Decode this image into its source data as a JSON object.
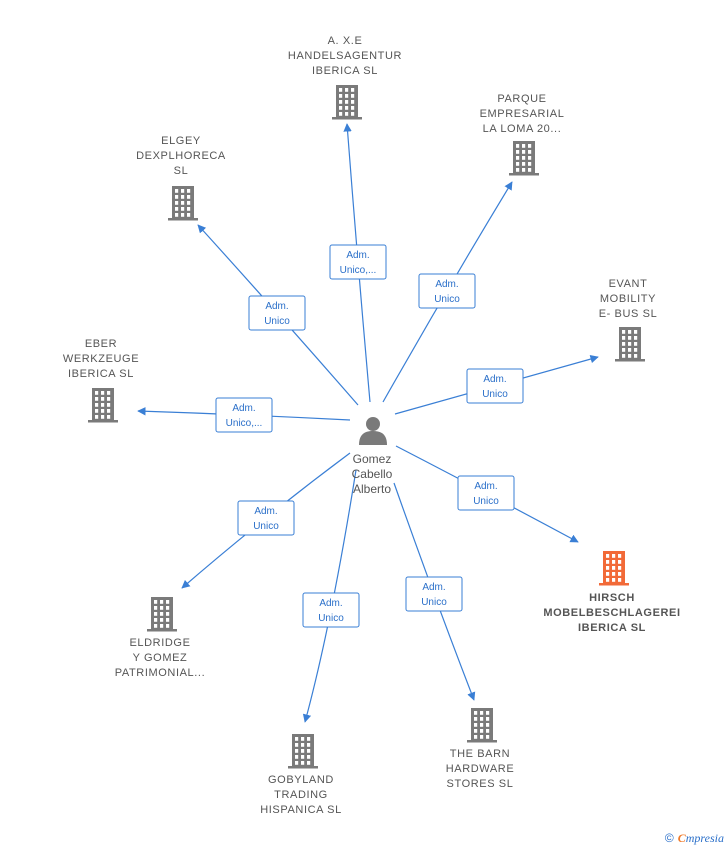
{
  "center": {
    "name_lines": [
      "Gomez",
      "Cabello",
      "Alberto"
    ],
    "icon": "person-icon"
  },
  "colors": {
    "edge": "#3a7fd5",
    "node": "#7a7a7a",
    "highlight": "#f26a38"
  },
  "nodes": [
    {
      "id": "axe",
      "label_lines": [
        "A. X.E",
        "HANDELSAGENTUR",
        "IBERICA  SL"
      ],
      "edge_label": [
        "Adm.",
        "Unico,..."
      ],
      "highlight": false
    },
    {
      "id": "parque",
      "label_lines": [
        "PARQUE",
        "EMPRESARIAL",
        "LA LOMA 20..."
      ],
      "edge_label": [
        "Adm.",
        "Unico"
      ],
      "highlight": false
    },
    {
      "id": "elgey",
      "label_lines": [
        "ELGEY",
        "DEXPLHORECA",
        "SL"
      ],
      "edge_label": [
        "Adm.",
        "Unico"
      ],
      "highlight": false
    },
    {
      "id": "evant",
      "label_lines": [
        "EVANT",
        "MOBILITY",
        "E- BUS  SL"
      ],
      "edge_label": [
        "Adm.",
        "Unico"
      ],
      "highlight": false
    },
    {
      "id": "eber",
      "label_lines": [
        "EBER",
        "WERKZEUGE",
        "IBERICA  SL"
      ],
      "edge_label": [
        "Adm.",
        "Unico,..."
      ],
      "highlight": false
    },
    {
      "id": "hirsch",
      "label_lines": [
        "HIRSCH",
        "MOBELBESCHLAGEREI",
        "IBERICA  SL"
      ],
      "edge_label": [
        "Adm.",
        "Unico"
      ],
      "highlight": true
    },
    {
      "id": "eldridge",
      "label_lines": [
        "ELDRIDGE",
        "Y GOMEZ",
        "PATRIMONIAL..."
      ],
      "edge_label": [
        "Adm.",
        "Unico"
      ],
      "highlight": false
    },
    {
      "id": "gobyland",
      "label_lines": [
        "GOBYLAND",
        "TRADING",
        "HISPANICA  SL"
      ],
      "edge_label": [
        "Adm.",
        "Unico"
      ],
      "highlight": false
    },
    {
      "id": "barn",
      "label_lines": [
        "THE BARN",
        "HARDWARE",
        "STORES  SL"
      ],
      "edge_label": [
        "Adm.",
        "Unico"
      ],
      "highlight": false
    }
  ],
  "footer": {
    "copyright": "©",
    "brand_first": "C",
    "brand_rest": "mpresia"
  }
}
